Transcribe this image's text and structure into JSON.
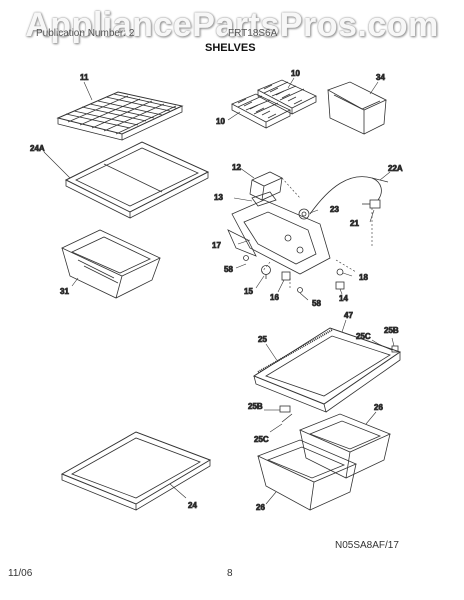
{
  "watermark": "AppliancePartsPros.com",
  "header": {
    "left": "Publication Number: 2",
    "right": "FRT18S6A",
    "section": "SHELVES"
  },
  "footer": {
    "date": "11/06",
    "page": "8"
  },
  "diagram_code": "N05SA8AF/17",
  "callouts": {
    "c11": "11",
    "c10a": "10",
    "c10b": "10",
    "c34": "34",
    "c24A": "24A",
    "c31": "31",
    "c12": "12",
    "c13": "13",
    "c22A": "22A",
    "c23": "23",
    "c21": "21",
    "c17": "17",
    "c58a": "58",
    "c18": "18",
    "c15": "15",
    "c16": "16",
    "c58b": "58",
    "c14": "14",
    "c47": "47",
    "c25": "25",
    "c25C_a": "25C",
    "c25B_a": "25B",
    "c25B_b": "25B",
    "c26a": "26",
    "c25C_b": "25C",
    "c24": "24",
    "c26b": "26"
  }
}
